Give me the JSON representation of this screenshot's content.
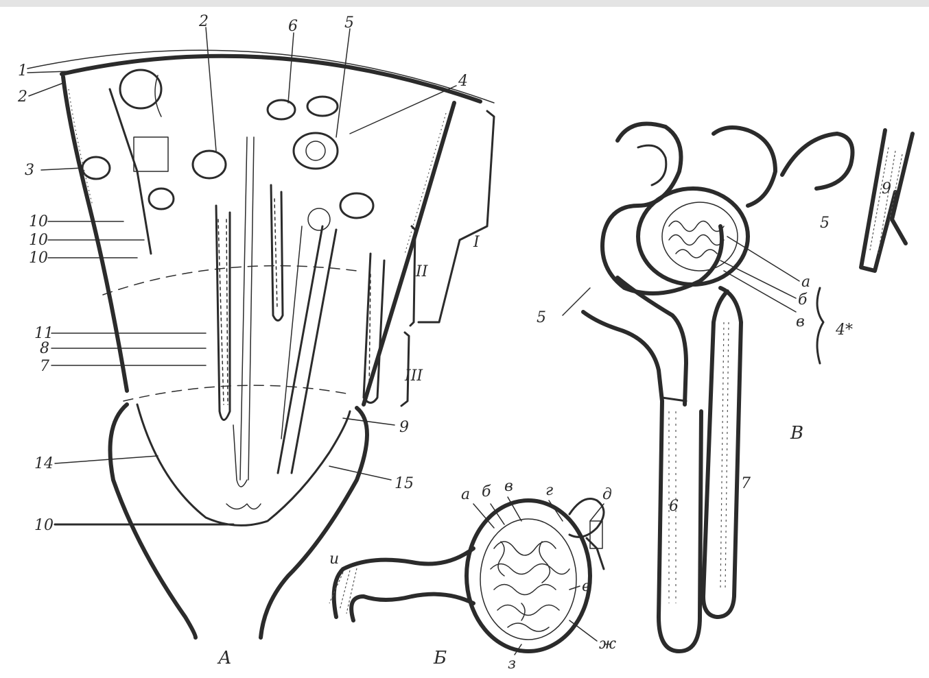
{
  "figure": {
    "panels": [
      {
        "id": "A",
        "label": "А"
      },
      {
        "id": "B",
        "label": "Б"
      },
      {
        "id": "V",
        "label": "В"
      }
    ]
  },
  "panelA": {
    "labels_left": [
      "1",
      "2",
      "3",
      "10",
      "10",
      "10",
      "11",
      "8",
      "7",
      "14",
      "10"
    ],
    "labels_top": [
      "2",
      "6",
      "5",
      "4"
    ],
    "labels_right": [
      "I",
      "II",
      "III",
      "9",
      "15"
    ]
  },
  "panelB": {
    "labels": [
      "а",
      "б",
      "в",
      "г",
      "д",
      "е",
      "ж",
      "з",
      "и"
    ]
  },
  "panelV": {
    "labels": [
      "9",
      "5",
      "а",
      "б",
      "в",
      "5",
      "6",
      "7",
      "4*"
    ]
  }
}
